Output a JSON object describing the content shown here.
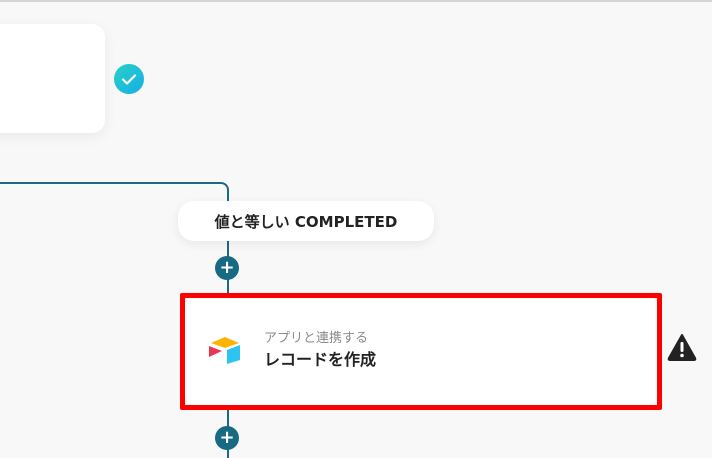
{
  "condition_pill": {
    "label": "値と等しい COMPLETED"
  },
  "step": {
    "subtitle": "アプリと連携する",
    "title": "レコードを作成",
    "app_icon": "airtable-logo-icon"
  },
  "status_icons": {
    "previous_step": "check-circle-icon",
    "current_step": "warning-icon"
  },
  "colors": {
    "connector": "#1d6a80",
    "highlight": "#ff0000",
    "check": "#15aee8"
  }
}
